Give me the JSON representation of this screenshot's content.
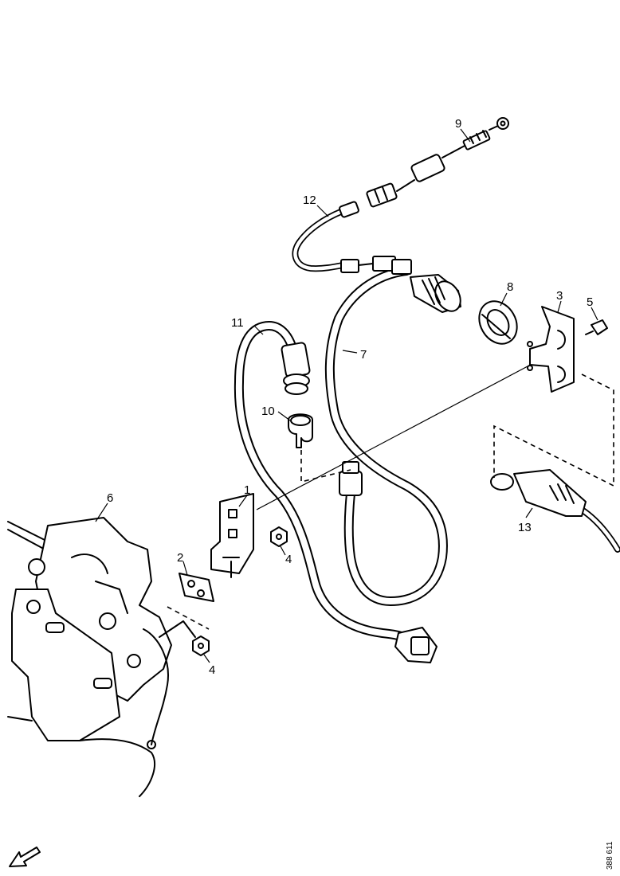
{
  "callouts": {
    "c1": "1",
    "c2": "2",
    "c3": "3",
    "c4a": "4",
    "c4b": "4",
    "c5": "5",
    "c6": "6",
    "c7": "7",
    "c8": "8",
    "c9": "9",
    "c10": "10",
    "c11": "11",
    "c12": "12",
    "c13": "13"
  },
  "reference_code": "388 611"
}
